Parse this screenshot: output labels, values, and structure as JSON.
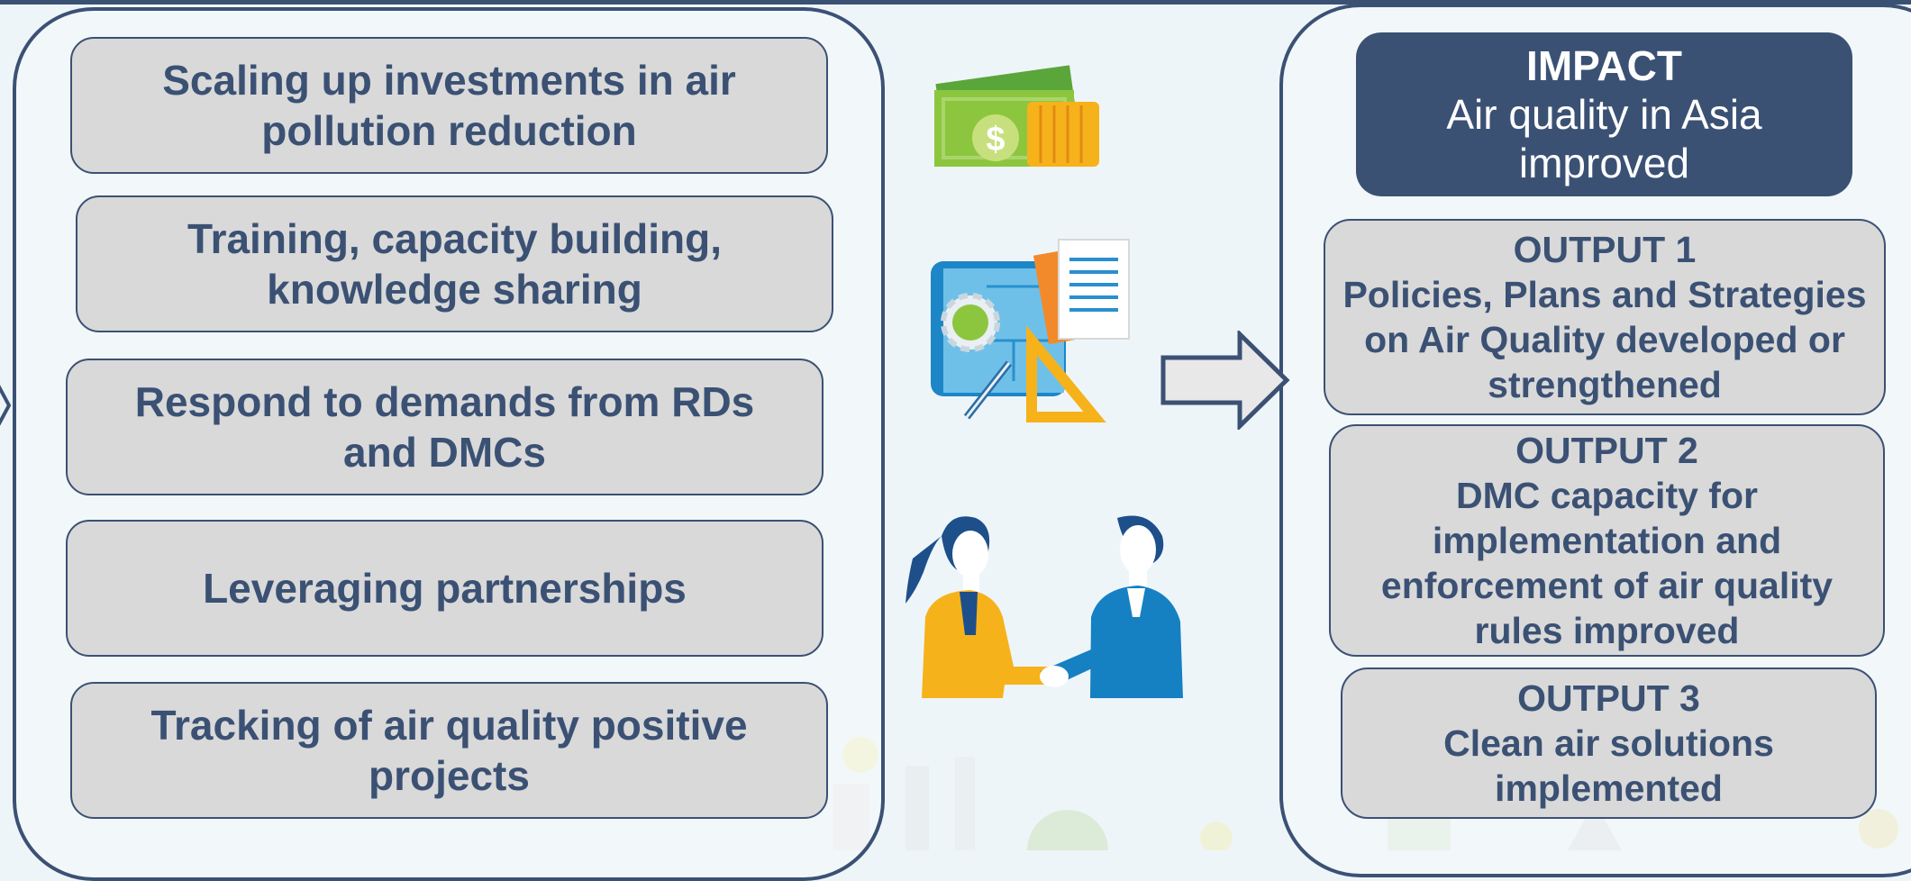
{
  "activities": [
    "Scaling up investments in air pollution reduction",
    "Training, capacity building, knowledge sharing",
    "Respond to demands from RDs and DMCs",
    "Leveraging partnerships",
    "Tracking of air quality positive projects"
  ],
  "impact": {
    "title": "IMPACT",
    "description": "Air quality in Asia improved"
  },
  "outputs": [
    {
      "title": "OUTPUT 1",
      "description": "Policies, Plans and Strategies on Air Quality developed or strengthened"
    },
    {
      "title": "OUTPUT 2",
      "description": "DMC capacity for implementation and enforcement of air quality rules improved"
    },
    {
      "title": "OUTPUT 3",
      "description": "Clean air solutions implemented"
    }
  ],
  "icons": [
    "money-icon",
    "planning-documents-icon",
    "handshake-icon"
  ],
  "colors": {
    "primary": "#3b5174",
    "box_fill": "#d9d9d9",
    "background": "#eef5f9"
  }
}
